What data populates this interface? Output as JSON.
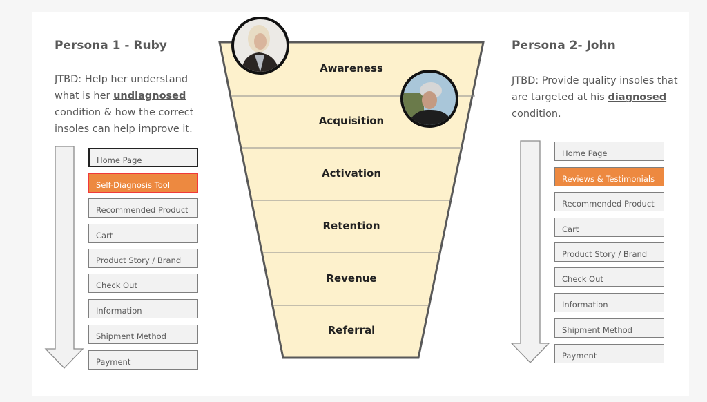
{
  "persona1": {
    "title": "Persona 1 - Ruby",
    "jtbd_prefix": "JTBD: Help her understand what is her ",
    "jtbd_emphasis": "undiagnosed",
    "jtbd_suffix": " condition & how the correct insoles can help improve it.",
    "journey": [
      "Home Page",
      "Self-Diagnosis Tool",
      "Recommended Product",
      "Cart",
      "Product Story / Brand",
      "Check Out",
      "Information",
      "Shipment Method",
      "Payment"
    ],
    "highlighted": "Self-Diagnosis Tool"
  },
  "persona2": {
    "title": "Persona 2- John",
    "jtbd_prefix": "JTBD: Provide quality insoles that are targeted at his ",
    "jtbd_emphasis": "diagnosed",
    "jtbd_suffix": " condition.",
    "journey": [
      "Home Page",
      "Reviews & Testimonials",
      "Recommended Product",
      "Cart",
      "Product Story / Brand",
      "Check Out",
      "Information",
      "Shipment Method",
      "Payment"
    ],
    "highlighted": "Reviews & Testimonials"
  },
  "funnel": {
    "stages": [
      "Awareness",
      "Acquisition",
      "Activation",
      "Retention",
      "Revenue",
      "Referral"
    ],
    "fill_color": "#fdf1cc"
  },
  "colors": {
    "highlight": "#ed8940",
    "text": "#595959"
  }
}
